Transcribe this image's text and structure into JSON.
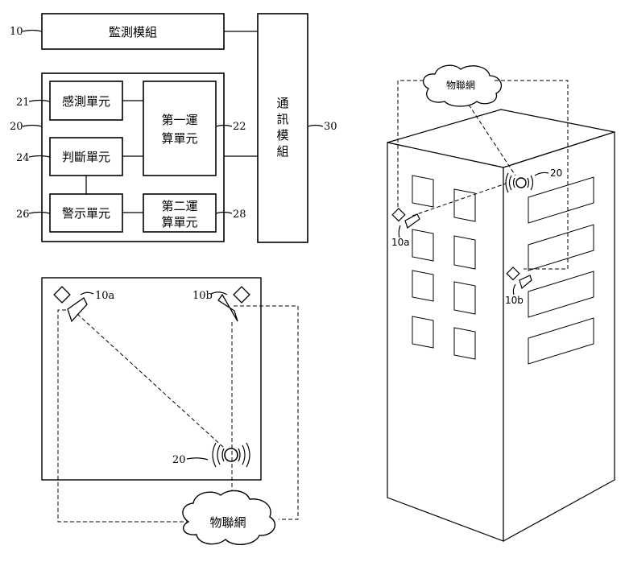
{
  "block_diagram": {
    "monitoring_module": {
      "ref": "10",
      "label": "監測模組"
    },
    "group_ref": "20",
    "sensing_unit": {
      "ref": "21",
      "label": "感測單元"
    },
    "first_compute_unit": {
      "ref": "22",
      "line1": "第一運",
      "line2": "算單元"
    },
    "judging_unit": {
      "ref": "24",
      "label": "判斷單元"
    },
    "warning_unit": {
      "ref": "26",
      "label": "警示單元"
    },
    "second_compute_unit": {
      "ref": "28",
      "line1": "第二運",
      "line2": "算單元"
    },
    "communication_module": {
      "ref": "30",
      "chars": [
        "通",
        "訊",
        "模",
        "組"
      ]
    }
  },
  "floor_plan": {
    "camera_a_label": "10a",
    "camera_b_label": "10b",
    "sensor_label": "20",
    "cloud_label": "物聯網"
  },
  "building": {
    "cloud_label": "物聯網",
    "sensor_label": "20",
    "camera_a_label": "10a",
    "camera_b_label": "10b"
  }
}
